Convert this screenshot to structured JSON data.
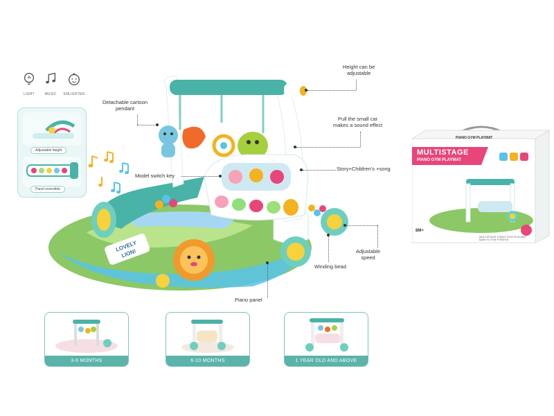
{
  "top_icons": [
    {
      "name": "light",
      "caption": "LIGHT"
    },
    {
      "name": "music",
      "caption": "MUSIC"
    },
    {
      "name": "enlighten",
      "caption": "ENLIGHTEN"
    }
  ],
  "detail_card": {
    "captions": [
      "Adjustable height",
      "Panel reversible"
    ]
  },
  "callouts": {
    "detachable_pendant": "Detachable cartoon\npendant",
    "height_adjustable": "Height can be\nadjustable",
    "pull_car": "Pull the small car\nmakes a sound effect",
    "model_switch": "Model switch key",
    "story_song": "Story+Children's +song",
    "adjustable_speed": "Adjustable\nspeed",
    "winding_bead": "Winding bead",
    "piano_panel": "Piano panel"
  },
  "playmat_banner": "LOVELY\nLION!",
  "box": {
    "top_label": "PIANO GYM PLAYMAT",
    "title": "MULTISTAGE",
    "subtitle": "PIANO GYM PLAYMAT",
    "age": "8M+",
    "small_text": "MULTISTAGE PIANO GYM PLAYMAT\nBABY'S GYM FITNESS"
  },
  "stages": [
    {
      "label": "3-6 MONTHS"
    },
    {
      "label": "6-10 MONTHS"
    },
    {
      "label": "1 YEAR OLD AND ABOVE"
    }
  ],
  "colors": {
    "teal": "#5bb3aa",
    "pink": "#e8457a",
    "mat_green": "#8cc866"
  }
}
